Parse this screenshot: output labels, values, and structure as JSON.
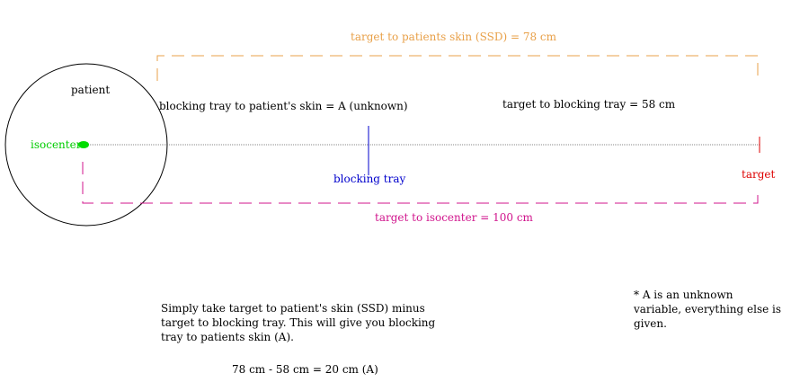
{
  "labels": {
    "ssd": "target to patients skin (SSD) = 78 cm",
    "patient": "patient",
    "tray_to_skin": "blocking tray to patient's skin = A (unknown)",
    "target_to_tray": "target to blocking tray = 58 cm",
    "isocenter": "isocenter",
    "blocking_tray": "blocking tray",
    "target": "target",
    "target_to_isocenter": "target to isocenter = 100 cm"
  },
  "notes": {
    "explanation": "Simply take target to patient's skin (SSD) minus target to blocking tray. This will give you blocking tray to patients skin (A).",
    "equation": "78 cm - 58 cm = 20 cm (A)",
    "footnote": "* A is an unknown variable, everything else is given."
  },
  "colors": {
    "ssd": "#e8a048",
    "isocenter": "#00dd00",
    "blocking_tray": "#0000cc",
    "target": "#dd0000",
    "target_to_isocenter": "#d0148c",
    "text": "#000000"
  },
  "values": {
    "ssd_cm": 78,
    "target_to_tray_cm": 58,
    "target_to_isocenter_cm": 100,
    "tray_to_skin_cm": 20
  }
}
